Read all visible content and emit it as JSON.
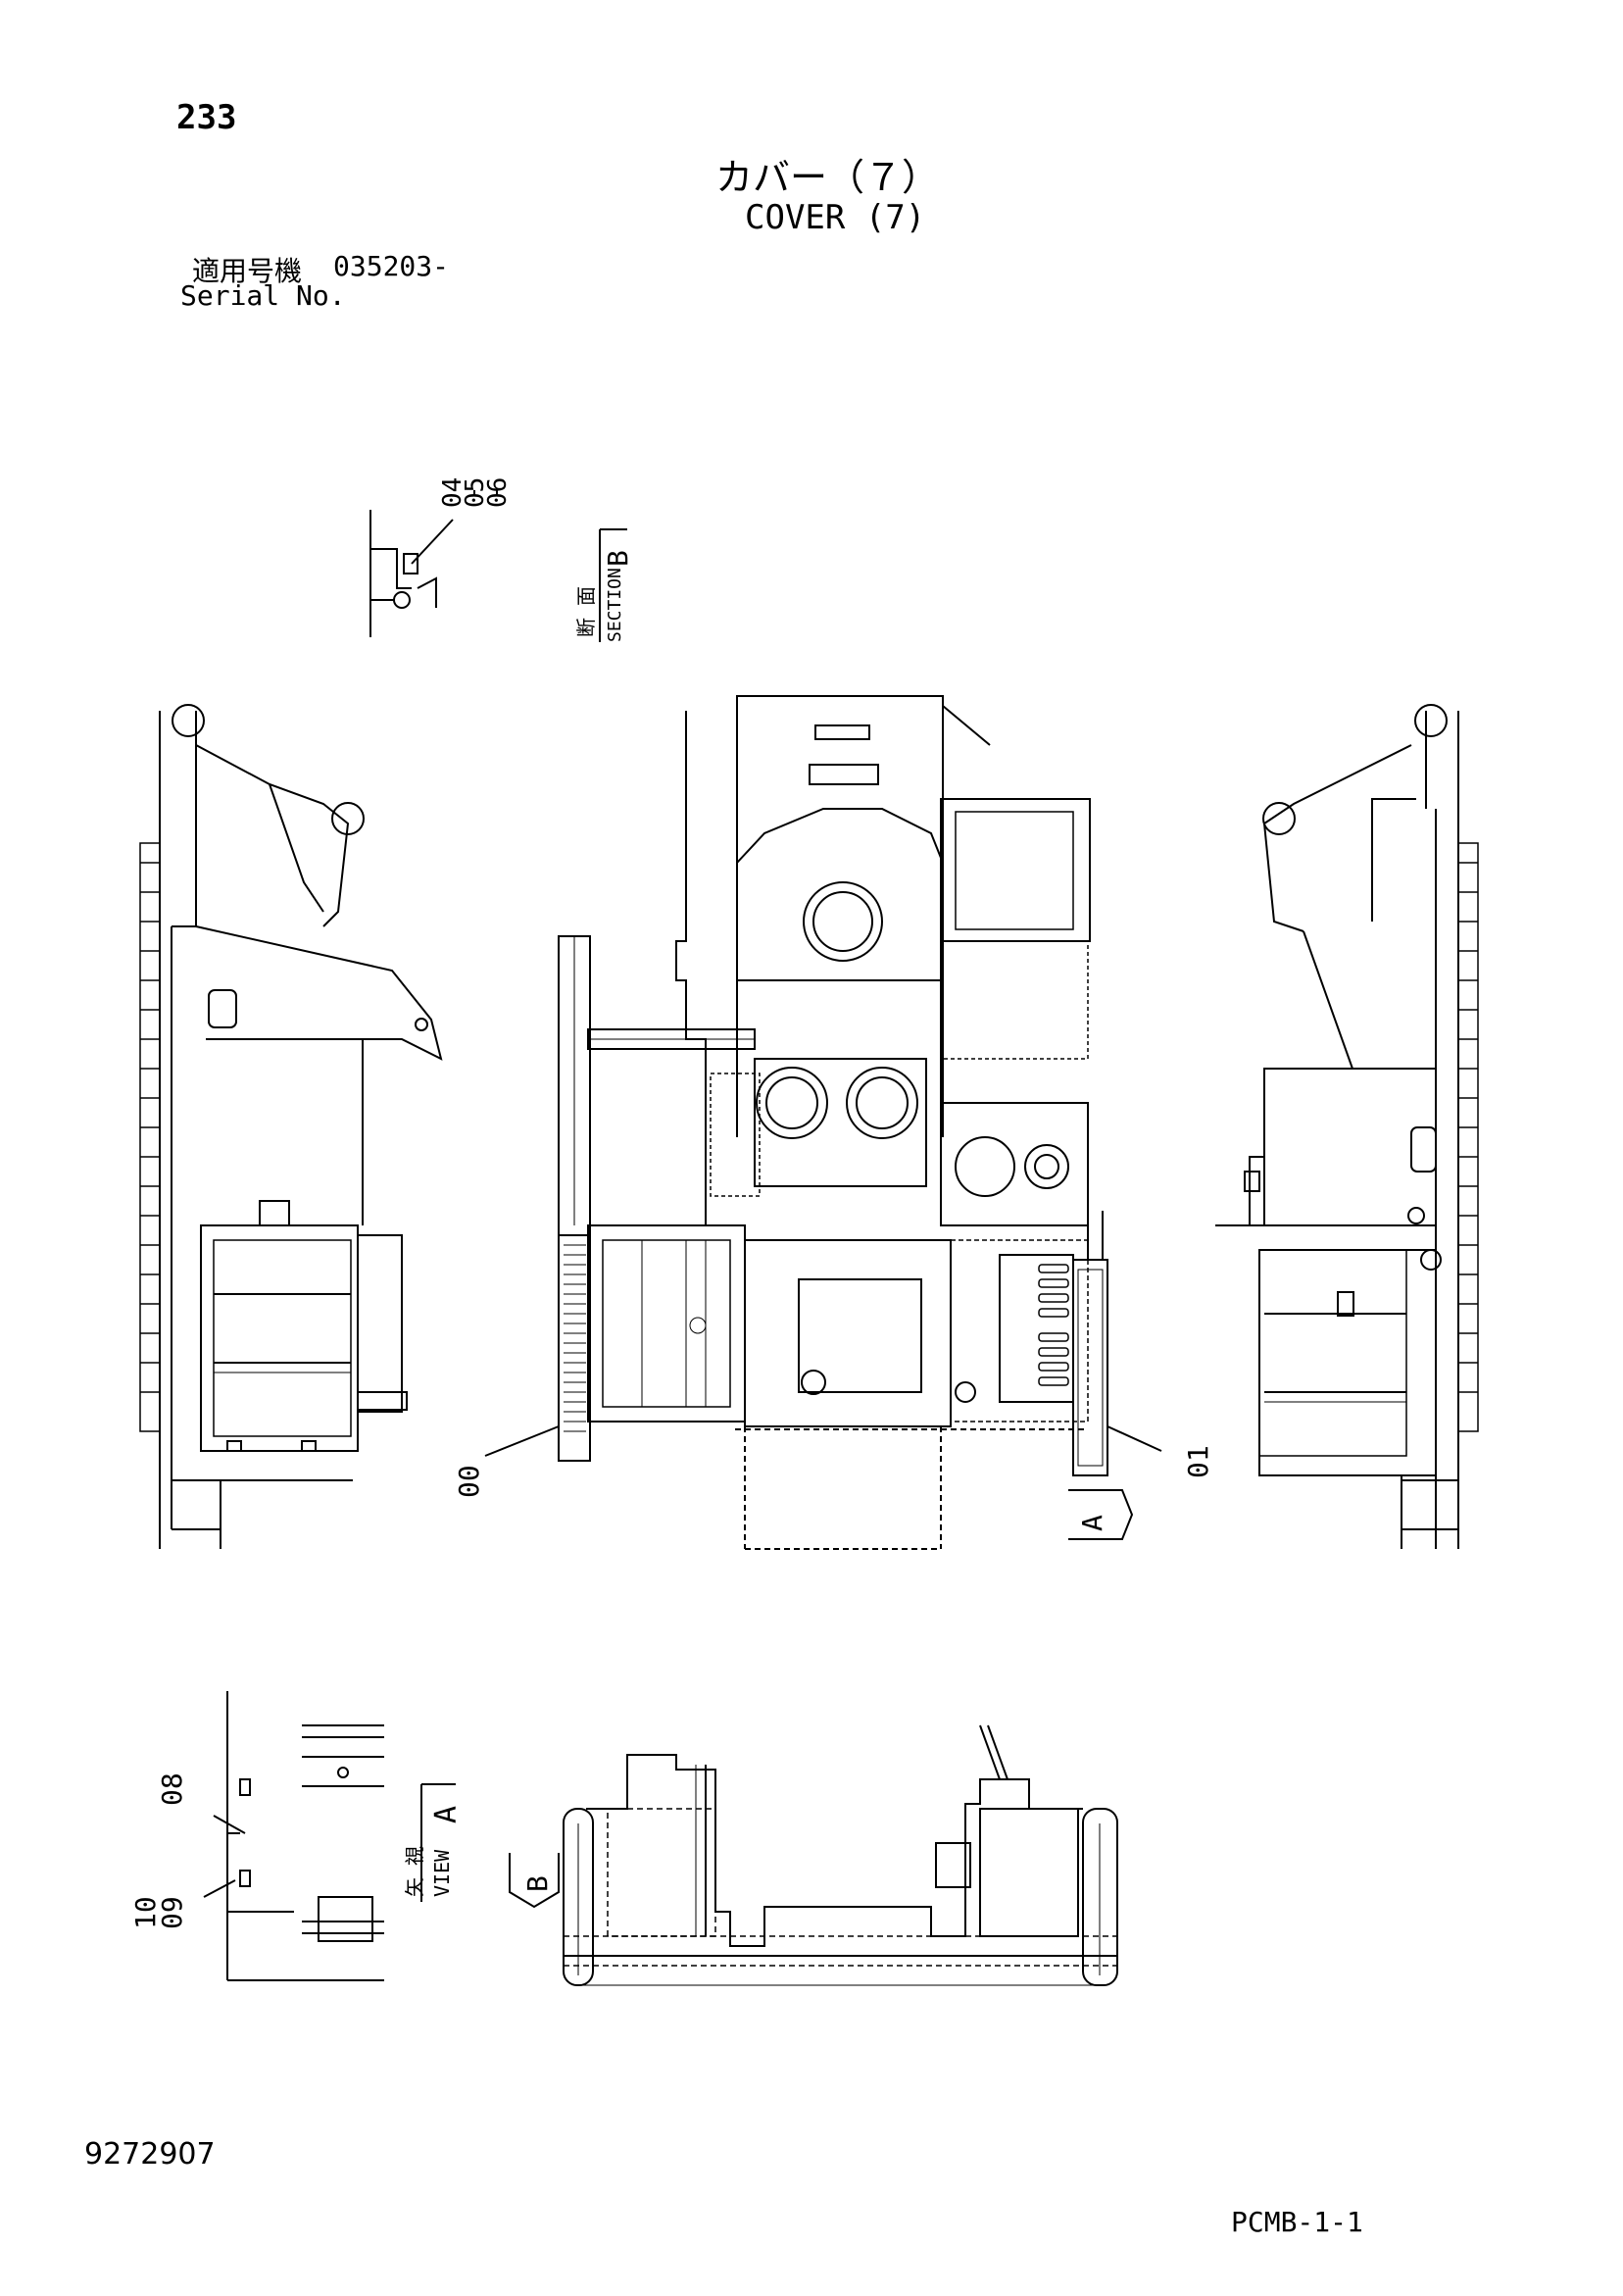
{
  "header": {
    "page_number": "233",
    "title_jp": "カバー（７）",
    "title_en": "COVER (7)",
    "serial_label_jp": "適用号機",
    "serial_value": "035203-",
    "serial_label_en": "Serial No."
  },
  "callouts": {
    "c04": "04",
    "c05": "05",
    "c06": "06",
    "c00": "00",
    "c01": "01",
    "c08": "08",
    "c09": "09",
    "c10": "10"
  },
  "section_b": {
    "jp": "断 面",
    "en": "SECTION",
    "letter": "B"
  },
  "view_a": {
    "jp": "矢 視",
    "en": "VIEW",
    "letter": "A"
  },
  "markers": {
    "a": "A",
    "b": "B"
  },
  "footer": {
    "document_number": "9272907",
    "reference_code": "PCMB-1-1"
  }
}
